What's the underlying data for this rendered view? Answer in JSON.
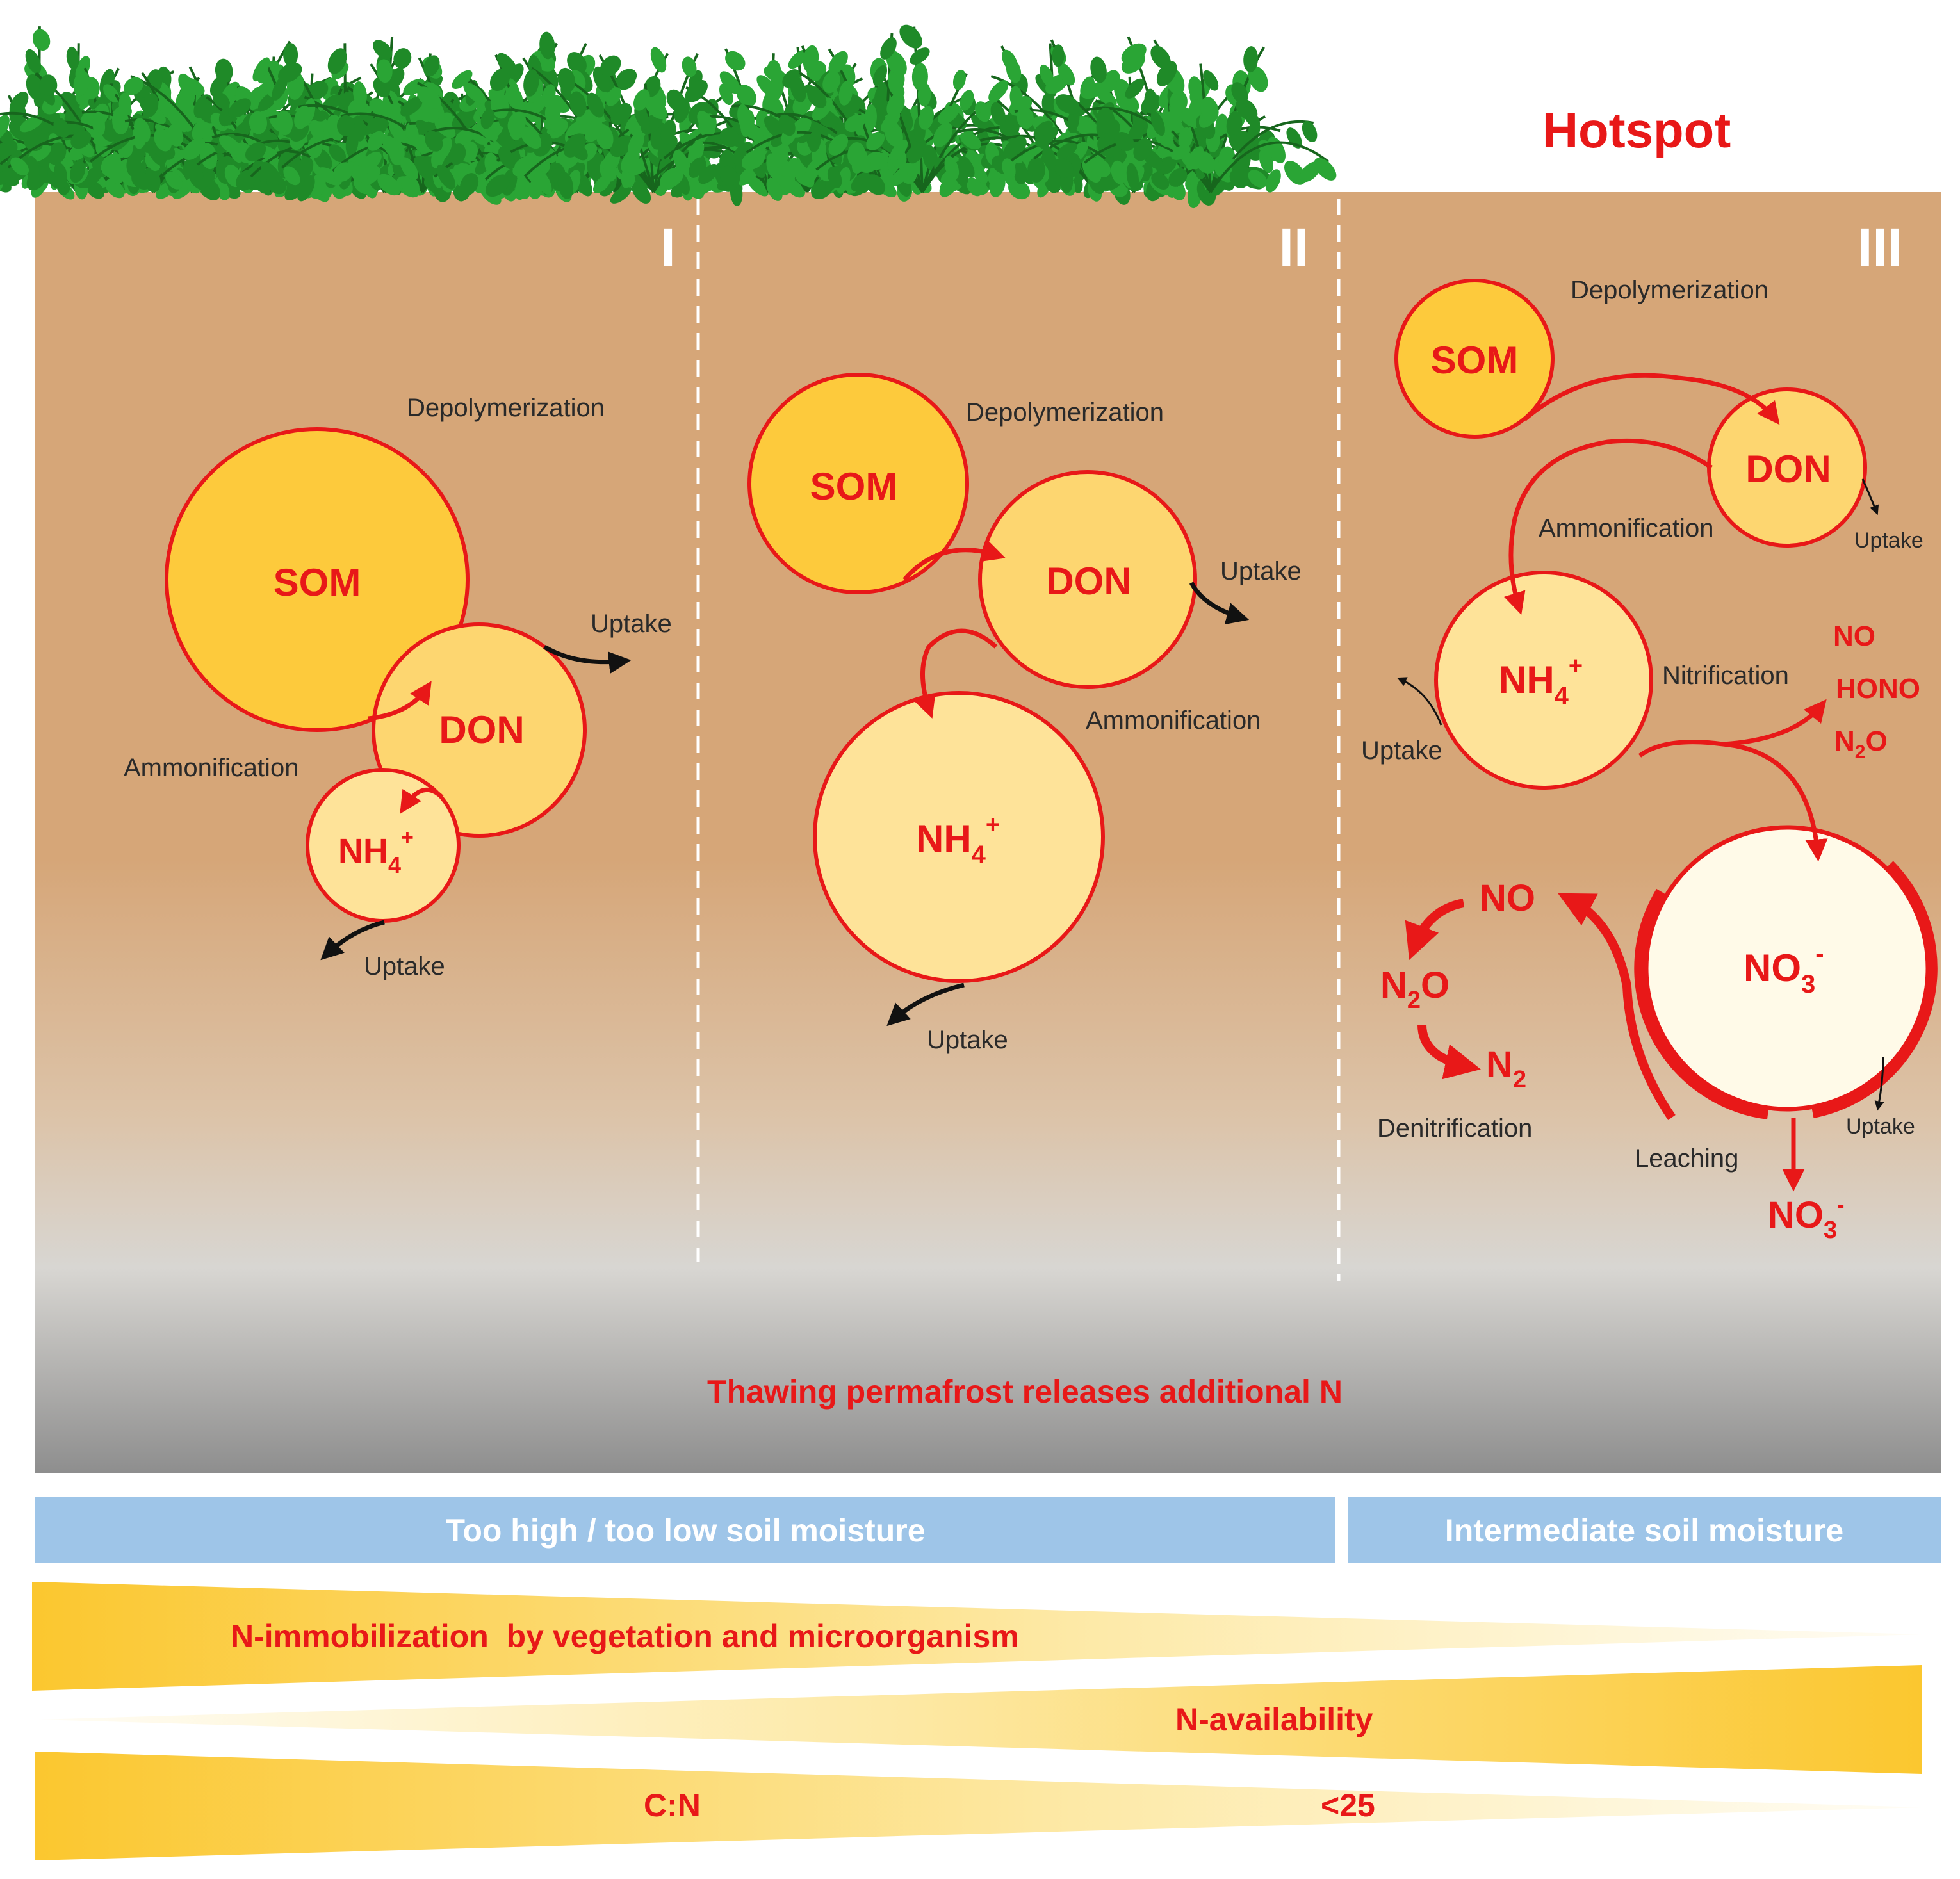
{
  "title": "Hotspot",
  "colors": {
    "soil": "#d6a678",
    "red": "#e81818",
    "som_fill": "#fdca3c",
    "don_fill": "#fdd670",
    "nh4_fill": "#fee399",
    "no3_fill": "#fffae8",
    "moisture_bar": "#9ec5e8",
    "gradient_yellow": "#fbc72f",
    "vegetation": "#1f8a28"
  },
  "icons": [
    "plant-icon",
    "arrow-icon"
  ],
  "panels": [
    {
      "id": "I",
      "roman": "I",
      "pools": {
        "som": "SOM",
        "don": "DON",
        "nh4": "NH",
        "nh4_sub": "4",
        "nh4_sup": "+"
      },
      "labels": {
        "depolymerization": "Depolymerization",
        "ammonification": "Ammonification",
        "uptake_don": "Uptake",
        "uptake_nh4": "Uptake"
      }
    },
    {
      "id": "II",
      "roman": "II",
      "pools": {
        "som": "SOM",
        "don": "DON",
        "nh4": "NH",
        "nh4_sub": "4",
        "nh4_sup": "+"
      },
      "labels": {
        "depolymerization": "Depolymerization",
        "ammonification": "Ammonification",
        "uptake_don": "Uptake",
        "uptake_nh4": "Uptake"
      }
    },
    {
      "id": "III",
      "roman": "III",
      "pools": {
        "som": "SOM",
        "don": "DON",
        "nh4": "NH",
        "nh4_sub": "4",
        "nh4_sup": "+",
        "no3": "NO",
        "no3_sub": "3",
        "no3_sup": "-"
      },
      "labels": {
        "depolymerization": "Depolymerization",
        "ammonification": "Ammonification",
        "nitrification": "Nitrification",
        "denitrification": "Denitrification",
        "leaching": "Leaching",
        "uptake_don": "Uptake",
        "uptake_nh4": "Uptake",
        "uptake_no3": "Uptake"
      },
      "gas_products": [
        {
          "text": "NO"
        },
        {
          "text": "HONO"
        },
        {
          "text": "N",
          "sub": "2",
          "rest": "O"
        }
      ],
      "denitrification_cycle": [
        {
          "text": "NO"
        },
        {
          "text": "N",
          "sub": "2",
          "rest": "O"
        },
        {
          "text": "N",
          "sub": "2"
        }
      ],
      "leached": {
        "text": "NO",
        "sub": "3",
        "sup": "-"
      }
    }
  ],
  "thaw_text": "Thawing permafrost releases additional N",
  "moisture": {
    "left": "Too high / too low soil moisture",
    "right": "Intermediate soil moisture"
  },
  "gradients": {
    "immobilization": "N-immobilization  by vegetation and microorganism",
    "availability": "N-availability",
    "cn_label": "C:N",
    "cn_value": "<25"
  }
}
